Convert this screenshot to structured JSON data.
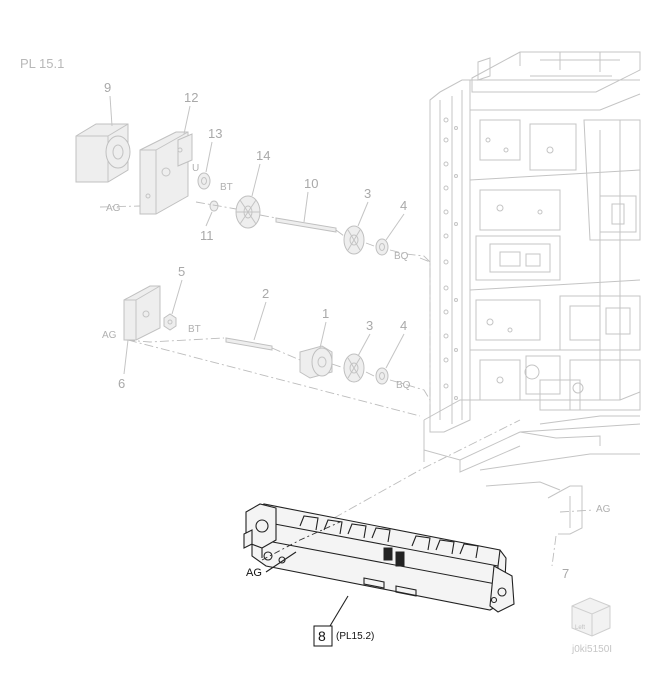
{
  "page": {
    "title": "PL 15.1",
    "figure_id": "j0ki5150I"
  },
  "callouts": {
    "p1": "1",
    "p2": "2",
    "p3a": "3",
    "p3b": "3",
    "p4a": "4",
    "p4b": "4",
    "p5": "5",
    "p6": "6",
    "p7": "7",
    "p9": "9",
    "p10": "10",
    "p11": "11",
    "p12": "12",
    "p13": "13",
    "p14": "14"
  },
  "tags": {
    "ag1": "AG",
    "ag2": "AG",
    "ag3": "AG",
    "ag_dark": "AG",
    "bt1": "BT",
    "bt2": "BT",
    "bq1": "BQ",
    "bq2": "BQ",
    "u": "U"
  },
  "reference": {
    "number": "8",
    "sub": "(PL15.2)"
  },
  "icon": {
    "label": "Left"
  }
}
